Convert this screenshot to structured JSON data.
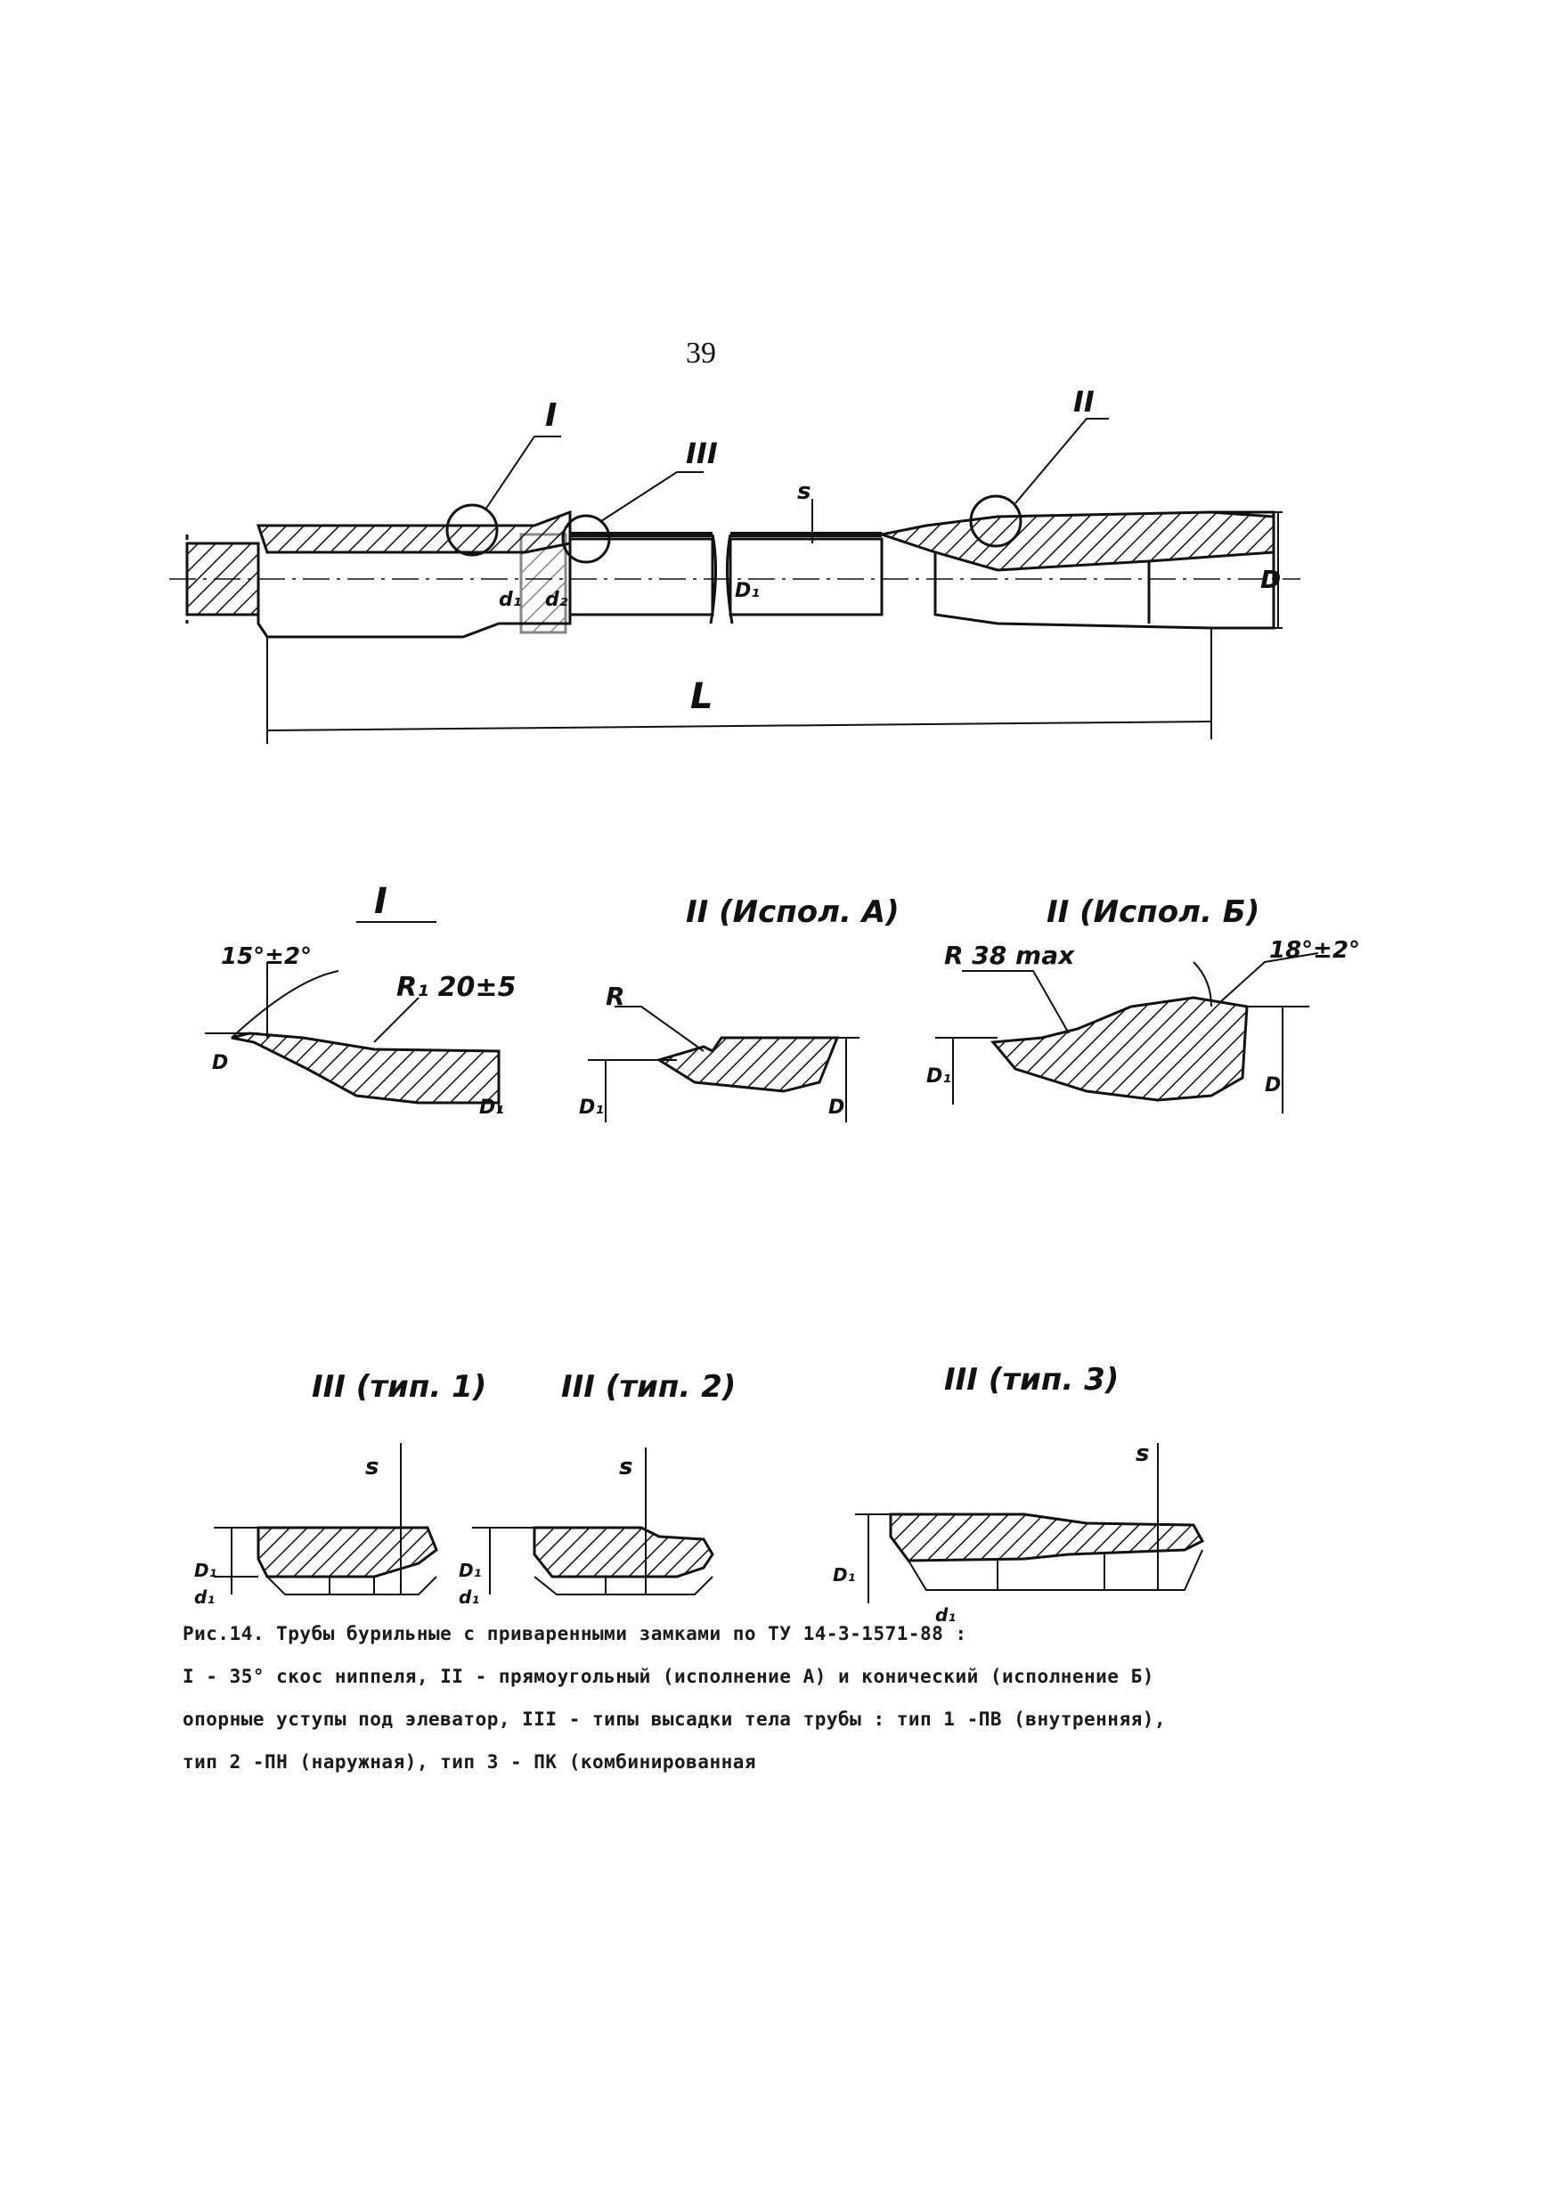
{
  "page_number": "39",
  "main_figure": {
    "callouts": {
      "detail_1": "I",
      "detail_2": "II",
      "detail_3": "III"
    },
    "dimension_labels": {
      "length": "L",
      "outer_diameter": "D",
      "wall": "s",
      "d1": "d₁",
      "d2": "d₂",
      "dn": "D₁"
    }
  },
  "details": {
    "detail_I": {
      "title": "I",
      "chamfer": "15°±2°",
      "radius": "R₁ 20±5",
      "dim_D": "D",
      "dim_D1": "D₁"
    },
    "detail_II_A": {
      "title": "II (Испол. А)",
      "radius": "R",
      "dim_D1": "D₁",
      "dim_D": "D"
    },
    "detail_II_B": {
      "title": "II (Испол. Б)",
      "radius": "R 38 max",
      "angle": "18°±2°",
      "dim_D1": "D₁",
      "dim_D": "D"
    }
  },
  "upset_types": {
    "type1": {
      "title": "III (тип. 1)",
      "wall": "s",
      "dim_D1": "D₁",
      "dim_d1": "d₁"
    },
    "type2": {
      "title": "III (тип. 2)",
      "wall": "s",
      "dim_D1": "D₁",
      "dim_d1": "d₁"
    },
    "type3": {
      "title": "III (тип. 3)",
      "wall": "s",
      "dim_D1": "D₁",
      "dim_d1": "d₁"
    }
  },
  "caption": {
    "line1": "Рис.14. Трубы бурильные с приваренными замками по ТУ 14-3-1571-88 :",
    "line2": "I - 35° скос ниппеля, II - прямоугольный (исполнение А) и конический (исполнение Б)",
    "line3": "опорные уступы под элеватор, III - типы высадки тела трубы : тип 1 -ПВ (внутренняя),",
    "line4": "тип 2 -ПН (наружная), тип 3 - ПК (комбинированная"
  }
}
